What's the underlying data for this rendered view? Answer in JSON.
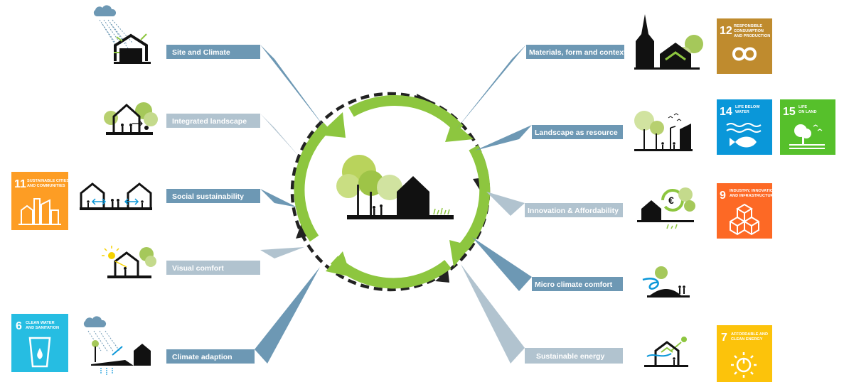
{
  "labels": {
    "site_climate": "Site and Climate",
    "integrated_landscape": "Integrated landscape",
    "social_sustainability": "Social sustainability",
    "visual_comfort": "Visual comfort",
    "climate_adaption": "Climate adaption",
    "materials_form_context": "Materials, form and context",
    "landscape_resource": "Landscape as resource",
    "innovation_affordability": "Innovation & Affordability",
    "micro_climate_comfort": "Micro climate comfort",
    "sustainable_energy": "Sustainable energy"
  },
  "sdg": {
    "g6": {
      "num": "6",
      "line1": "CLEAN WATER",
      "line2": "AND SANITATION",
      "line3": ""
    },
    "g7": {
      "num": "7",
      "line1": "AFFORDABLE AND",
      "line2": "CLEAN ENERGY",
      "line3": ""
    },
    "g9": {
      "num": "9",
      "line1": "INDUSTRY, INNOVATION",
      "line2": "AND INFRASTRUCTURE",
      "line3": ""
    },
    "g11": {
      "num": "11",
      "line1": "SUSTAINABLE CITIES",
      "line2": "AND COMMUNITIES",
      "line3": ""
    },
    "g12": {
      "num": "12",
      "line1": "RESPONSIBLE",
      "line2": "CONSUMPTION",
      "line3": "AND PRODUCTION"
    },
    "g14": {
      "num": "14",
      "line1": "LIFE BELOW",
      "line2": "WATER",
      "line3": ""
    },
    "g15": {
      "num": "15",
      "line1": "LIFE",
      "line2": "ON LAND",
      "line3": ""
    }
  },
  "euro_symbol": "€",
  "colors": {
    "label_dark": "#6d98b4",
    "label_light": "#b1c3cf",
    "cycle_green": "#8dc63f",
    "sdg6": "#26bde2",
    "sdg7": "#fcc30b",
    "sdg9": "#fd6925",
    "sdg11": "#fd9d24",
    "sdg12": "#bf8b2e",
    "sdg14": "#0a97d9",
    "sdg15": "#56c02b"
  },
  "icons": {
    "center": "house-with-trees-icon",
    "left": [
      "rain-house-icon",
      "landscape-house-icon",
      "two-houses-people-icon",
      "sun-house-icon",
      "rain-runoff-icon"
    ],
    "right": [
      "church-house-icon",
      "trees-streetlight-icon",
      "euro-cycle-house-icon",
      "wind-shelter-icon",
      "solar-house-icon"
    ]
  }
}
